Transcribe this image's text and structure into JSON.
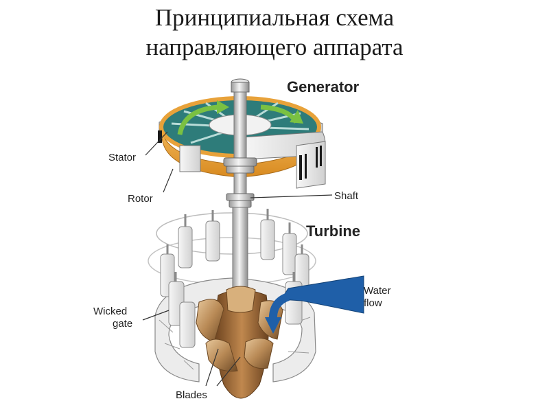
{
  "title": {
    "line1": "Принципиальная схема",
    "line2": "направляющего аппарата"
  },
  "diagram": {
    "headings": {
      "generator": "Generator",
      "turbine": "Turbine"
    },
    "labels": {
      "stator": "Stator",
      "rotor": "Rotor",
      "shaft": "Shaft",
      "water_flow_1": "Water",
      "water_flow_2": "flow",
      "wicked_gate_1": "Wicked",
      "wicked_gate_2": "gate",
      "blades": "Blades"
    },
    "colors": {
      "water_arrow": "#1f5fa8",
      "rotor_ring": "#e8a23a",
      "rotor_face": "#2e7c7a",
      "rotation_arrow": "#7ac142",
      "blade": "#b98a56",
      "metal": "#d9d9d9"
    }
  }
}
